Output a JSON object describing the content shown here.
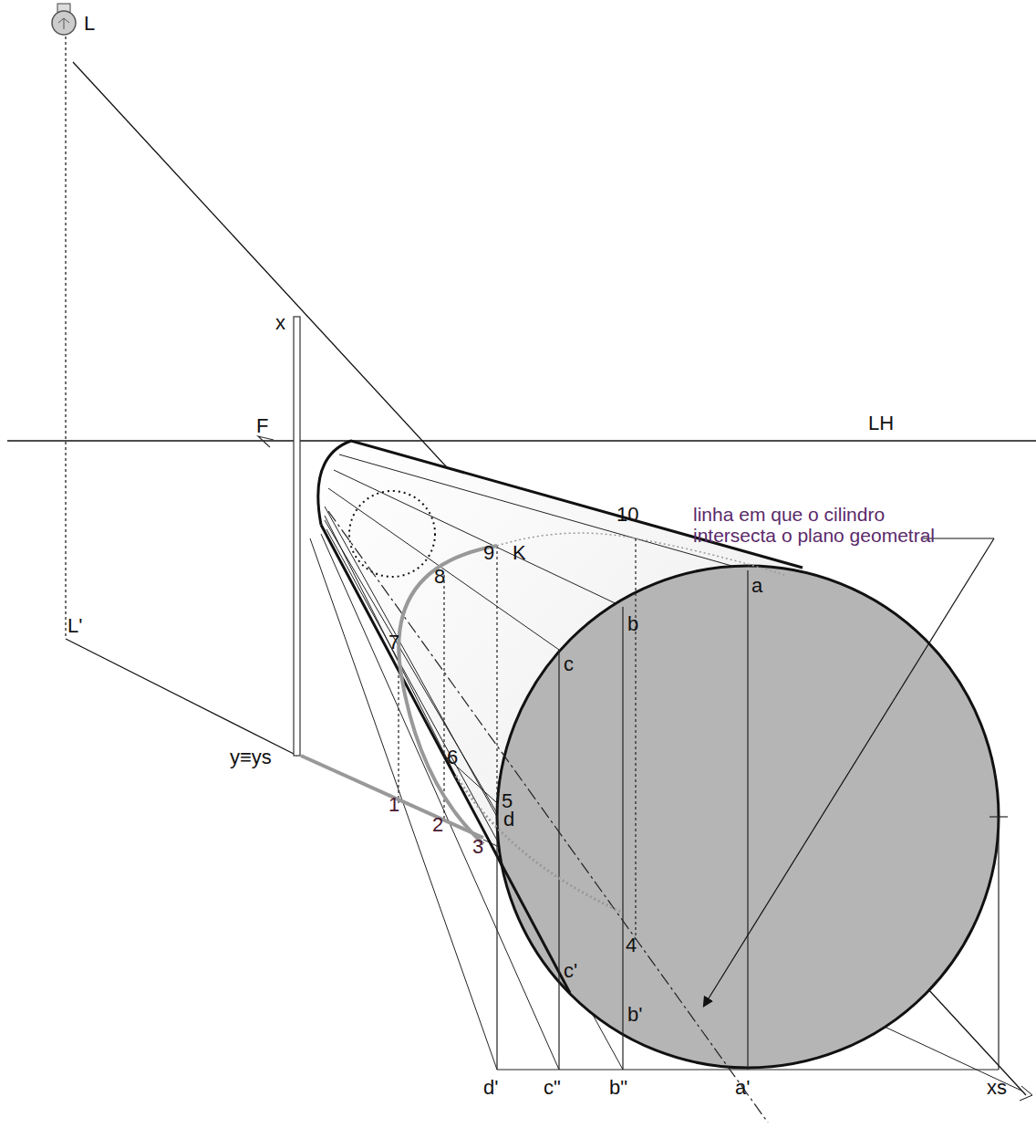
{
  "diagram": {
    "labels": [
      "L",
      "LH",
      "F",
      "x",
      "L'",
      "y≡ys",
      "1",
      "2",
      "3",
      "4",
      "5",
      "6",
      "7",
      "8",
      "9",
      "K",
      "10",
      "a",
      "b",
      "c",
      "d",
      "c'",
      "b'",
      "d'",
      "c\"",
      "b\"",
      "a'",
      "xs",
      "linha em que o cilindro intersecta o plano geometral"
    ]
  }
}
